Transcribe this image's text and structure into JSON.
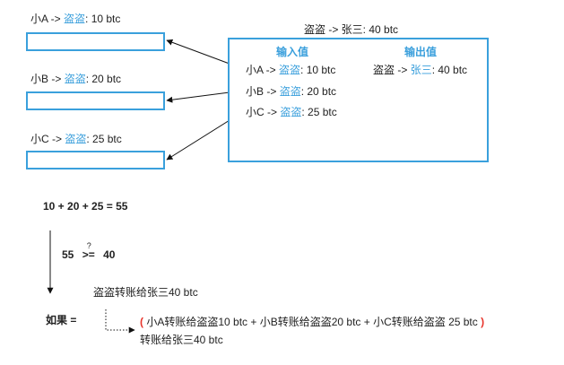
{
  "inputs": [
    {
      "sender": "小A",
      "arrow": " -> ",
      "receiver": "盗盗",
      "amount": ": 10 btc"
    },
    {
      "sender": "小B",
      "arrow": " -> ",
      "receiver": "盗盗",
      "amount": ": 20 btc"
    },
    {
      "sender": "小C",
      "arrow": " -> ",
      "receiver": "盗盗",
      "amount": ": 25 btc"
    }
  ],
  "transaction": {
    "title": "盗盗 -> 张三: 40 btc",
    "input_header": "输入值",
    "output_header": "输出值",
    "output": {
      "sender": "盗盗",
      "arrow": " -> ",
      "receiver": "张三",
      "amount": ": 40 btc"
    }
  },
  "sum_equation": "10 + 20 + 25 = 55",
  "comparison": {
    "left": "55",
    "operator": ">=",
    "question_mark": "?",
    "right": "40"
  },
  "transfer_label": "盗盗转账给张三40 btc",
  "conclusion": {
    "label": "如果 =",
    "open_paren": "(",
    "formula": " 小A转账给盗盗10 btc + 小B转账给盗盗20 btc + 小C转账给盗盗 25 btc ",
    "close_paren": ")",
    "result": "转账给张三40 btc"
  },
  "colors": {
    "accent_blue": "#3aa0dc",
    "highlight_red": "#e8342b",
    "text": "#222222"
  }
}
